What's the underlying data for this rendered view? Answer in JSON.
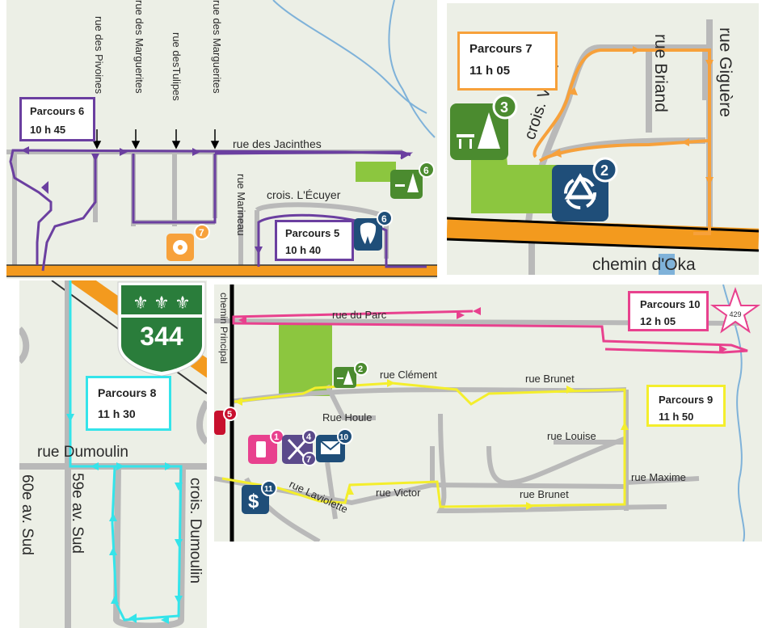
{
  "colors": {
    "purple": "#6b3fa0",
    "orange": "#f7a13b",
    "cyan": "#34e4ea",
    "pink": "#e8418e",
    "yellow": "#f4ee2c",
    "highway": "#f39a1e",
    "road": "#b9b9b9",
    "park": "#8cc63f",
    "water": "#7fb2d9",
    "land": "#ecefe6"
  },
  "routes": {
    "p5": {
      "name": "Parcours 5",
      "time": "10 h 40"
    },
    "p6": {
      "name": "Parcours 6",
      "time": "10 h 45"
    },
    "p7": {
      "name": "Parcours 7",
      "time": "11 h 05"
    },
    "p8": {
      "name": "Parcours 8",
      "time": "11 h 30"
    },
    "p9": {
      "name": "Parcours 9",
      "time": "11 h 50"
    },
    "p10": {
      "name": "Parcours 10",
      "time": "12 h 05"
    }
  },
  "streets": {
    "pivoines": "rue des Pivoines",
    "marguerites1": "rue des Marguerites",
    "tulipes": "rue desTulipes",
    "marguerites2": "rue des Marguerites",
    "jacinthes": "rue des Jacinthes",
    "marineau": "rue Marineau",
    "ecuyer": "crois. L'Écuyer",
    "varin": "crois. Varin",
    "briand": "rue Briand",
    "giguere": "rue Giguère",
    "oka": "chemin d'Oka",
    "dumoulin": "rue Dumoulin",
    "croisDumoulin": "crois. Dumoulin",
    "sud59": "59e av. Sud",
    "sud60": "60e av. Sud",
    "parc": "rue du Parc",
    "principal": "chemin Principal",
    "clement": "rue Clément",
    "brunet1": "rue Brunet",
    "houle": "Rue Houle",
    "louise": "rue Louise",
    "maxime": "rue Maxime",
    "victor": "rue Victor",
    "brunet2": "rue Brunet",
    "laviolette": "rue Laviolette"
  },
  "highway": {
    "number": "344",
    "star": "429"
  },
  "badges": {
    "flower": "7",
    "picnic1": "6",
    "dental": "6",
    "picnic2": "3",
    "recycle": "2",
    "picnic3": "2",
    "fuel": "1",
    "food": "4",
    "mail": "10",
    "combo": "7",
    "money": "11",
    "red": "5"
  },
  "icons": {
    "flower": "flower-icon",
    "picnic": "picnic-tree-icon",
    "dental": "tooth-icon",
    "recycle": "recycle-icon",
    "fuel": "fuel-pump-icon",
    "food": "utensils-icon",
    "mail": "envelope-icon",
    "money": "dollar-icon",
    "star": "star-icon",
    "fleurdelis": "fleur-de-lis-icon"
  }
}
